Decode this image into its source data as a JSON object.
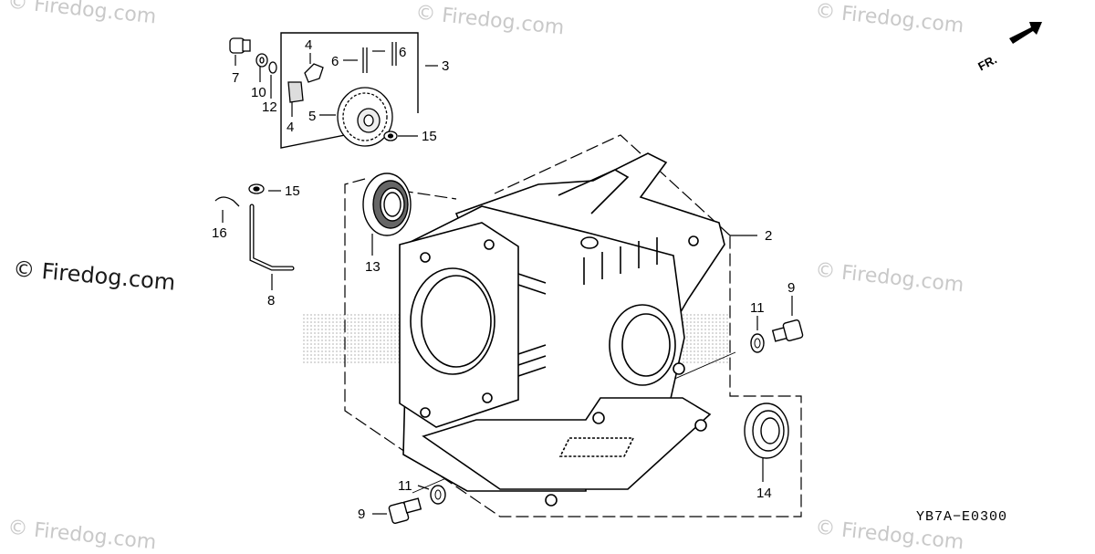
{
  "watermarks": {
    "faint": [
      "© Firedog.com",
      "© Firedog.com",
      "© Firedog.com",
      "© Firedog.com",
      "© Firedog.com",
      "© Firedog.com"
    ],
    "prominent": "© Firedog.com"
  },
  "diagram_code": "YB7A−E0300",
  "direction_label": "FR.",
  "callouts": {
    "c7": "7",
    "c10": "10",
    "c12": "12",
    "c4a": "4",
    "c4b": "4",
    "c5": "5",
    "c6a": "6",
    "c6b": "6",
    "c3": "3",
    "c15a": "15",
    "c15b": "15",
    "c16": "16",
    "c8": "8",
    "c13": "13",
    "c2": "2",
    "c11a": "11",
    "c9a": "9",
    "c14": "14",
    "c11b": "11",
    "c9b": "9"
  }
}
